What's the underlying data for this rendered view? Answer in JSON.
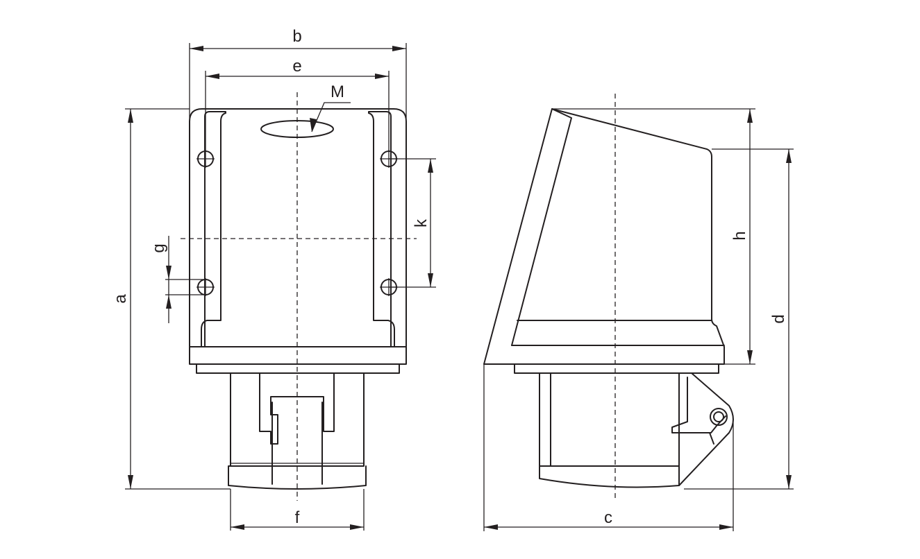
{
  "labels": {
    "a": "a",
    "b": "b",
    "c": "c",
    "d": "d",
    "e": "e",
    "f": "f",
    "g": "g",
    "h": "h",
    "k": "k",
    "M": "M"
  }
}
